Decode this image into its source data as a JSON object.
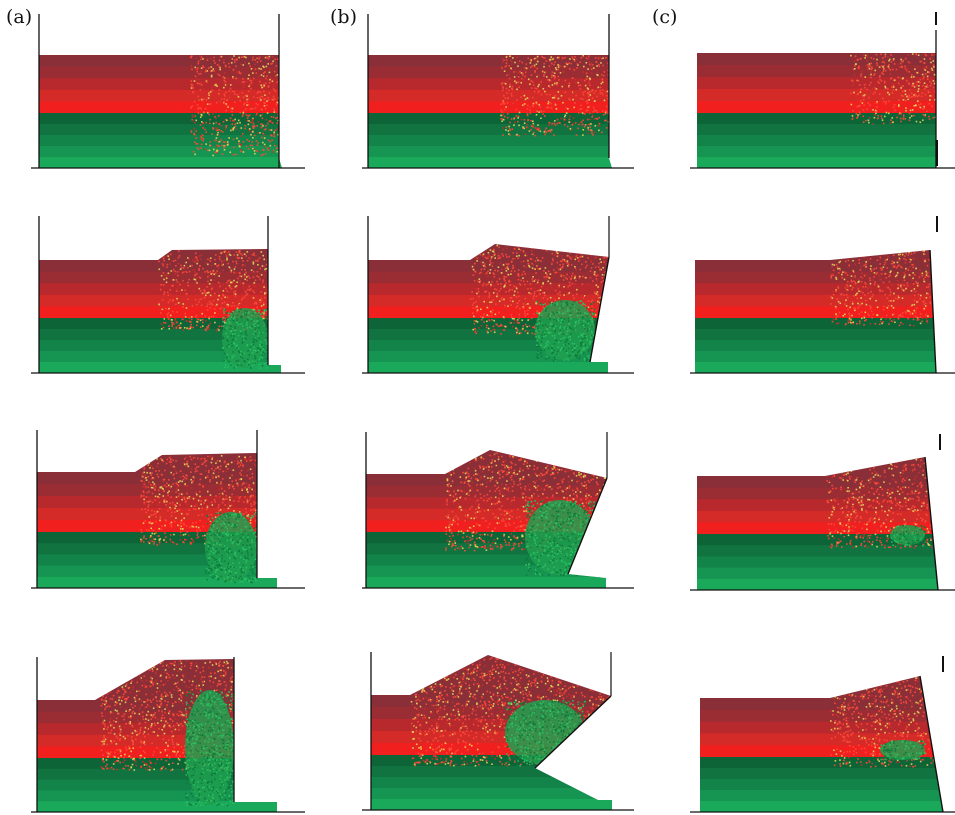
{
  "columns": [
    {
      "label": "(a)"
    },
    {
      "label": "(b)"
    },
    {
      "label": "(c)"
    }
  ],
  "colors": {
    "red_layers": [
      "#8a2e38",
      "#9a2c34",
      "#b8292e",
      "#d42a28",
      "#f21f1f"
    ],
    "green_layers": [
      "#0d6437",
      "#107340",
      "#138449",
      "#169451",
      "#1aa85b"
    ],
    "mixing_red": "#ff4a3a",
    "mixing_yellow": "#e8d85a",
    "mixing_green": "#1fa050",
    "wall": "#111111"
  }
}
